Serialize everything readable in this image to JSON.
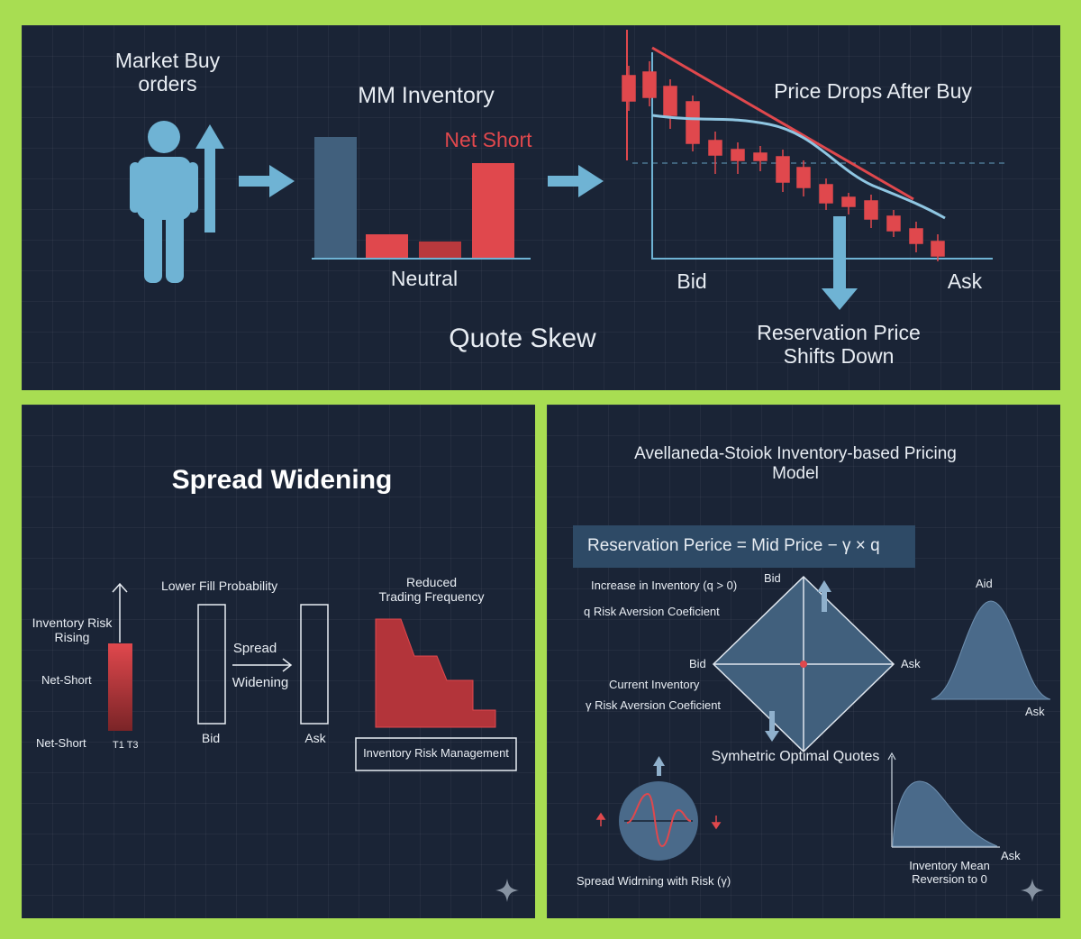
{
  "top_panel": {
    "market_buy": [
      "Market Buy",
      "orders"
    ],
    "mm_inventory": "MM Inventory",
    "net_short": "Net Short",
    "neutral": "Neutral",
    "quote_skew": "Quote Skew",
    "price_drops": "Price Drops After Buy",
    "bid": "Bid",
    "ask": "Ask",
    "reservation": [
      "Reservation Price",
      "Shifts Down"
    ]
  },
  "left_panel": {
    "title": "Spread Widening",
    "inventory_risk": [
      "Inventory Risk",
      "Rising"
    ],
    "net_short_1": "Net-Short",
    "net_short_2": "Net-Short",
    "t_labels": "T1  T3",
    "lower_fill": "Lower Fill Probability",
    "spread": "Spread",
    "widening": "Widening",
    "bid": "Bid",
    "ask": "Ask",
    "reduced": [
      "Reduced",
      "Trading Frequency"
    ],
    "risk_mgmt": "Inventory Risk Management"
  },
  "right_panel": {
    "title": [
      "Avellaneda-Stoiok Inventory-based  Pricing",
      "Model"
    ],
    "formula": "Reservation Perice = Mid Price − γ × q",
    "increase": "Increase in Inventory (q > 0)",
    "q_risk": "q  Risk Aversion Coeficient",
    "bid_top": "Bid",
    "bid_left": "Bid",
    "ask_right": "Ask",
    "current_inventory": "Current Inventory",
    "gamma_risk": "γ  Risk Aversion Coeficient",
    "aid": "Aid",
    "ask_dist": "Ask",
    "synthetic": "Symhetric Optimal Quotes",
    "spread_risk": "Spread Widrning with Risk (γ)",
    "ask_bottom": "Ask",
    "mean_reversion": [
      "Inventory Mean",
      "Reversion to 0"
    ]
  },
  "colors": {
    "frame": "#a8dd52",
    "panel": "#1a2436",
    "blue": "#6fb3d4",
    "red": "#e0484d",
    "steel": "#41607d"
  }
}
